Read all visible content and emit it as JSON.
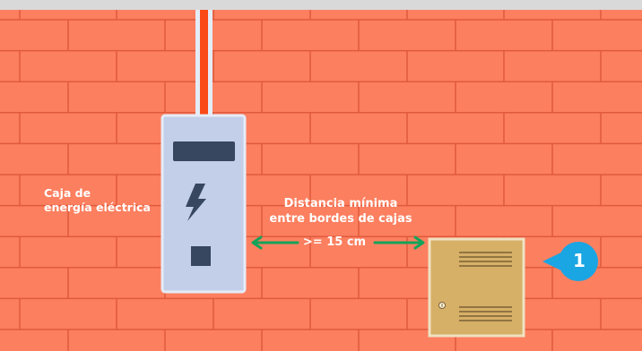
{
  "labels": {
    "electric_box_line1": "Caja de",
    "electric_box_line2": "energía eléctrica",
    "distance_line1": "Distancia mínima",
    "distance_line2": "entre bordes de cajas",
    "measure": ">= 15 cm"
  },
  "badge": {
    "number": "1",
    "color": "#1aa5e3"
  },
  "colors": {
    "wall": "#fc7f5f",
    "mortar": "#e05a3d",
    "ceiling": "#d9d9d9",
    "electric_box": "#c3cfe9",
    "cable": "#fa4a17",
    "arrow": "#14a35a",
    "target_box": "#d6b067"
  },
  "icons": {
    "electric_box_symbol": "lightning-bolt-icon",
    "target_box_lock": "lock-icon"
  }
}
